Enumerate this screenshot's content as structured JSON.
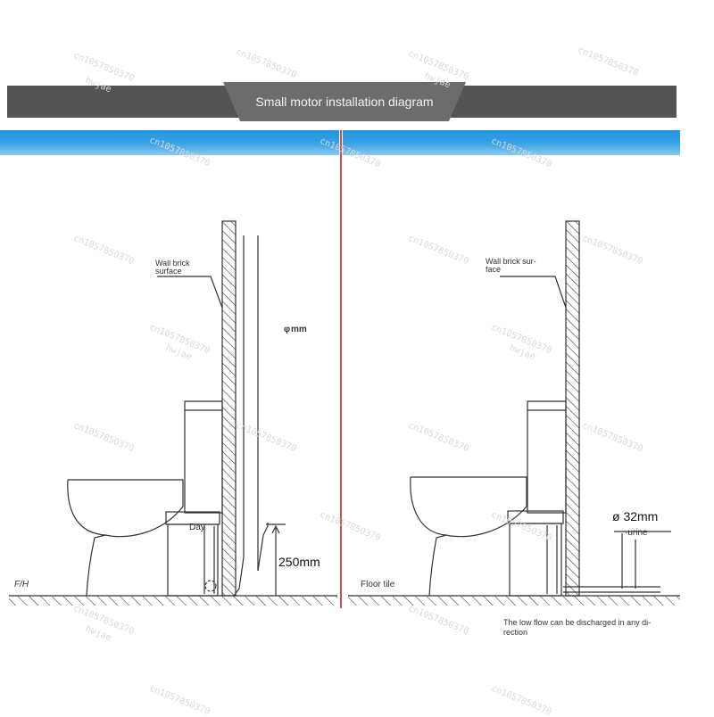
{
  "title": "Small motor installation diagram",
  "left": {
    "wall_label_line1": "Wall brick",
    "wall_label_line2": "surface",
    "pipe_label": "φ mm",
    "unit_label": "Day",
    "height_label": "250mm",
    "floor_label": "F/H"
  },
  "right": {
    "wall_label_line1": "Wall brick sur-",
    "wall_label_line2": "face",
    "pipe_label": "ø 32mm",
    "pipe_sublabel": "·urine",
    "floor_label": "Floor tile",
    "note_line1": "The low flow can be discharged in any di-",
    "note_line2": "rection"
  },
  "watermark": "cn1057850370",
  "watermark_sub": "hwjae",
  "colors": {
    "title_bar": "#545454",
    "band_blue": "#1f93df",
    "divider_red": "#c8504f",
    "line": "#333333"
  }
}
